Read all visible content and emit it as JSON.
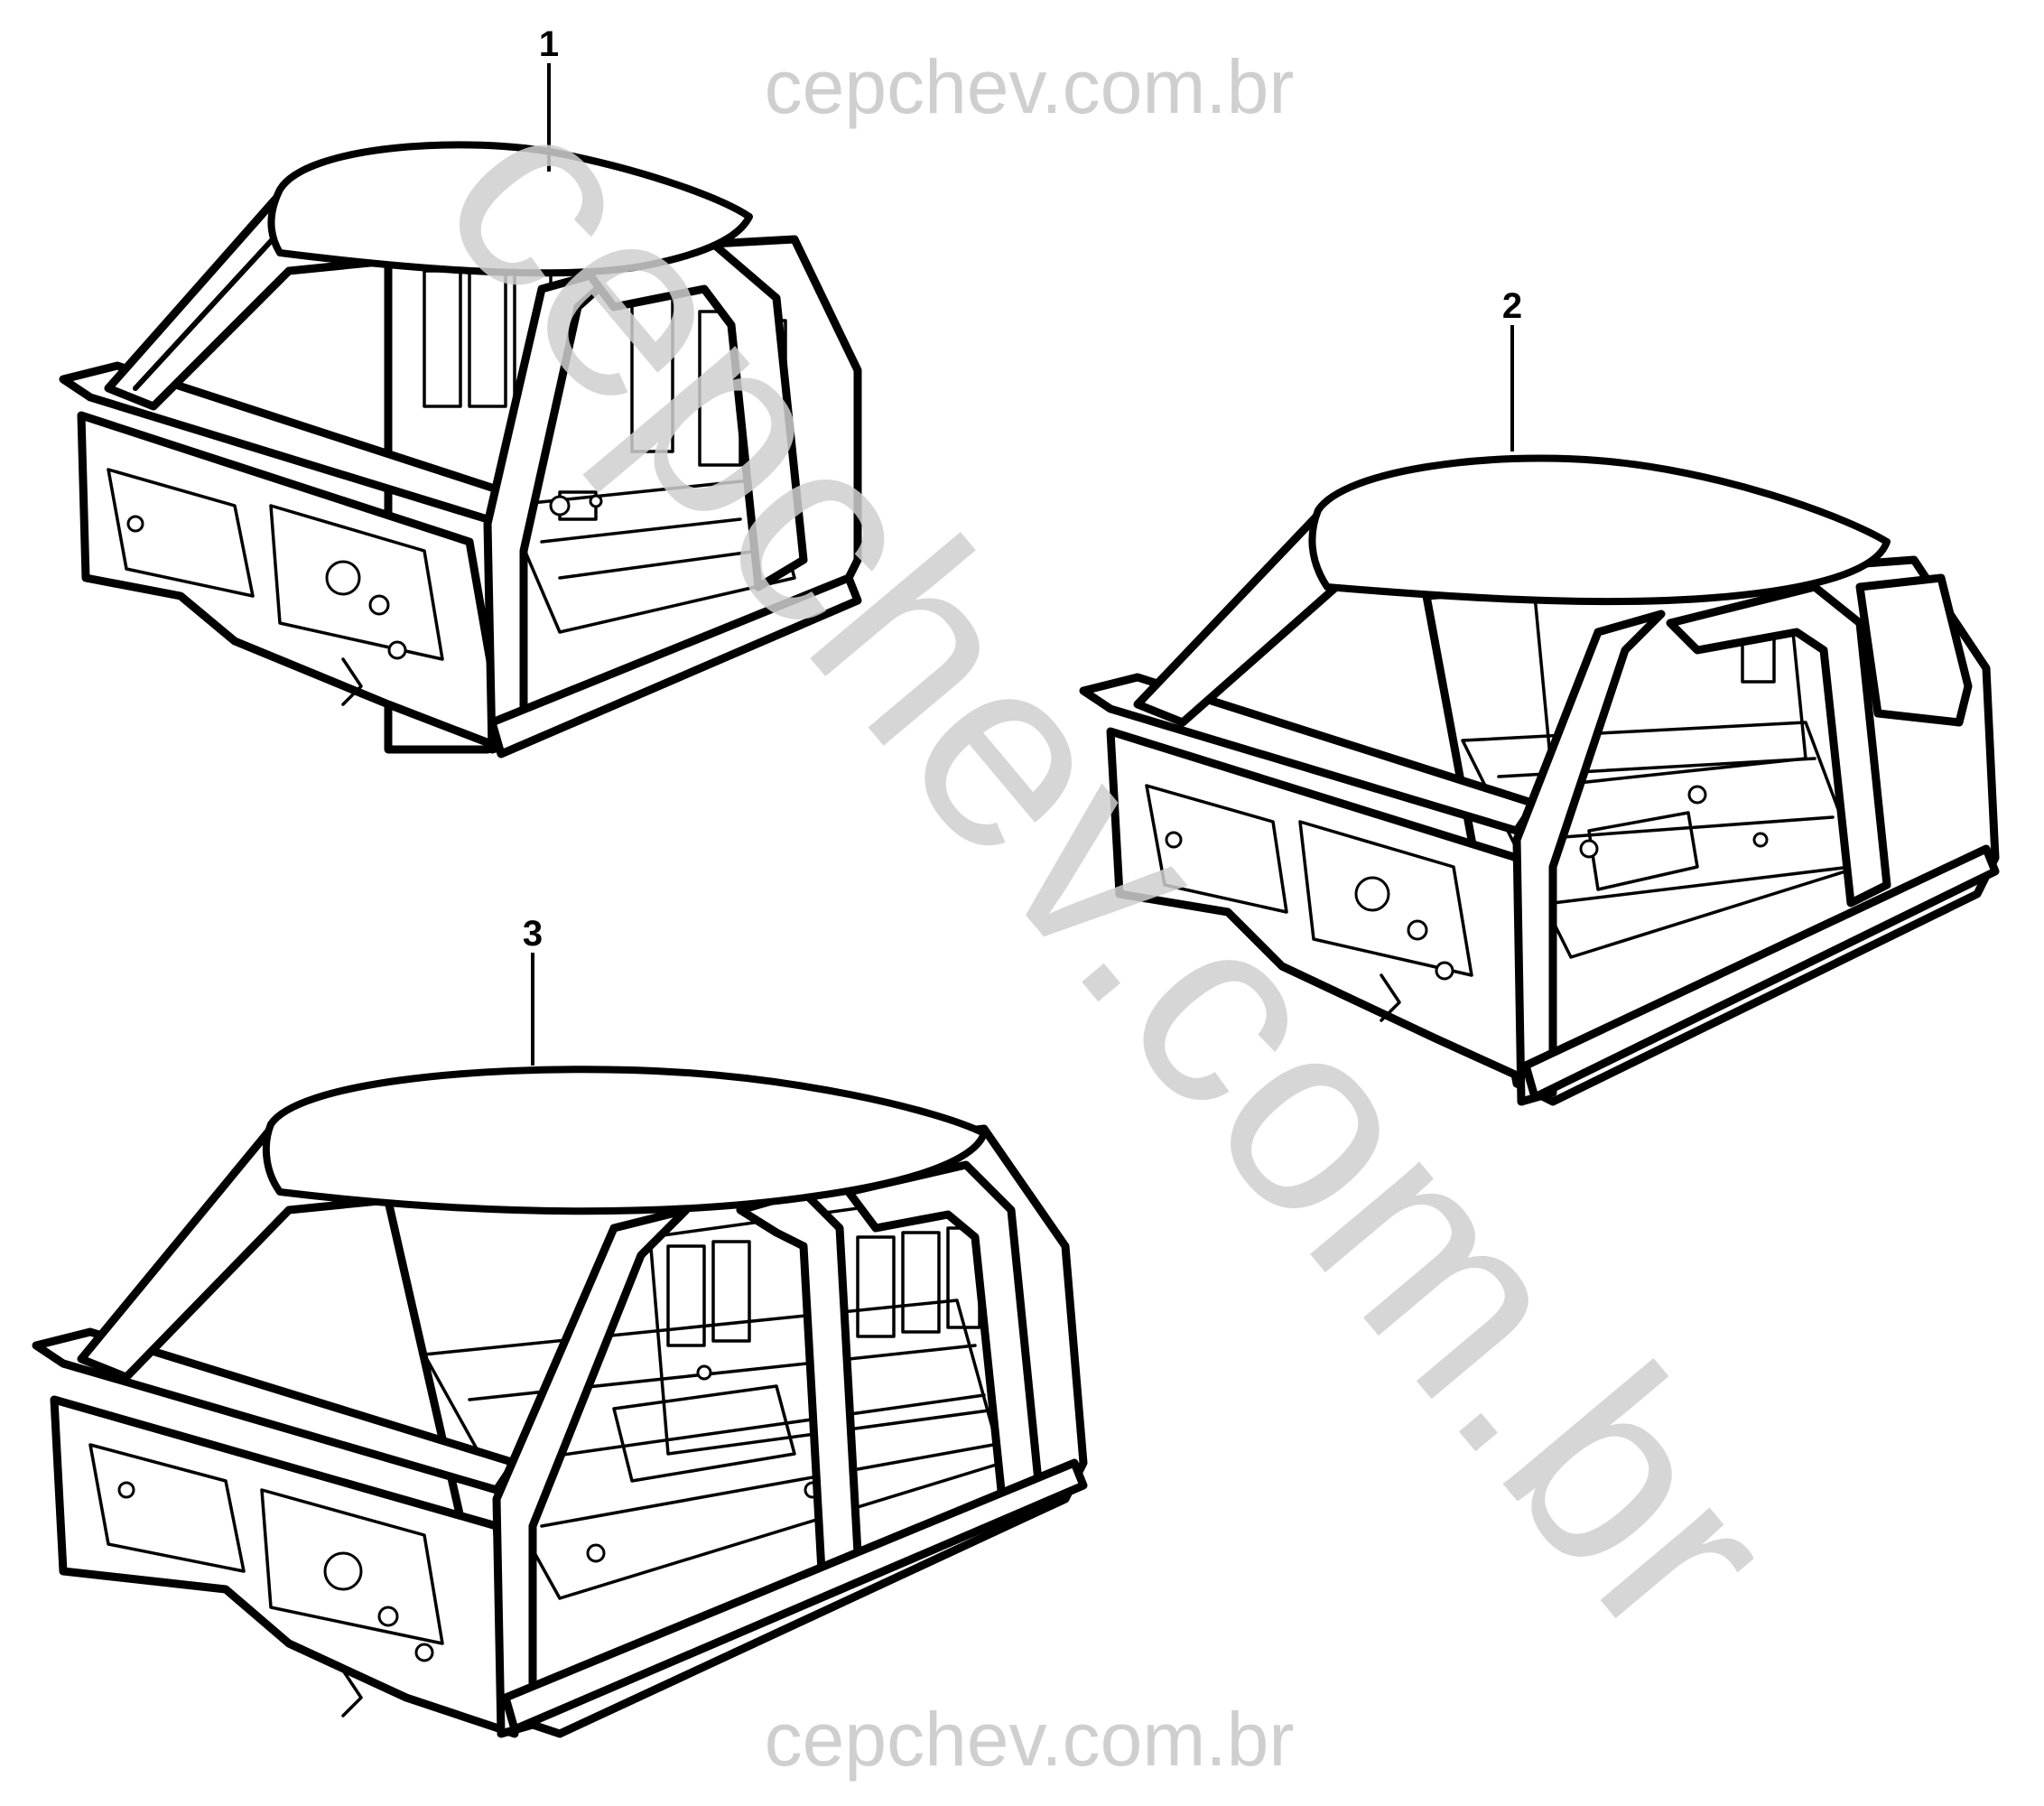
{
  "watermark": {
    "top": "cepchev.com.br",
    "bottom": "cepchev.com.br",
    "diagonal": "cepchev.com.br"
  },
  "callouts": [
    {
      "id": "1",
      "label": "1"
    },
    {
      "id": "2",
      "label": "2"
    },
    {
      "id": "3",
      "label": "3"
    }
  ],
  "colors": {
    "watermark": "#cfcfcf",
    "line": "#000000",
    "background": "#ffffff"
  }
}
